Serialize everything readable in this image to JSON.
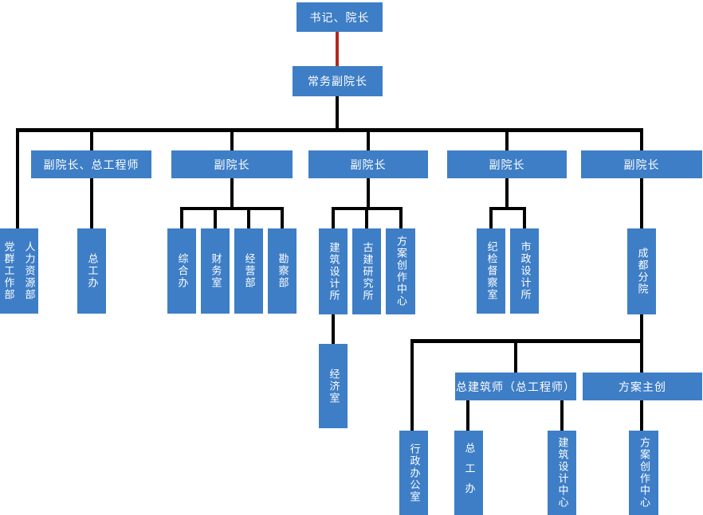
{
  "diagram": {
    "type": "org-chart",
    "colors": {
      "background": "#ffffff",
      "node_fill": "#3E7EC6",
      "node_text": "#ffffff",
      "connector": "#000000",
      "red_connector": "#B4271F"
    },
    "nodes": {
      "secretary_dean": "书记、院长",
      "exec_vice_dean": "常务副院长",
      "party_masses_dept": "党群工作部",
      "hr_dept": "人力资源部",
      "vice_dean_chief_engineer": "副院长、总工程师",
      "vice_dean_2": "副院长",
      "vice_dean_3": "副院长",
      "vice_dean_4": "副院长",
      "vice_dean_5": "副院长",
      "chief_engineer_office": "总工办",
      "general_office": "综合办",
      "finance_office": "财务室",
      "operations_dept": "经营部",
      "survey_dept": "勘察部",
      "architecture_design_institute": "建筑设计所",
      "ancient_architecture_institute": "古建研究所",
      "scheme_creation_center": "方案创作中心",
      "discipline_inspection_office": "纪检督察室",
      "municipal_design_institute": "市政设计所",
      "chengdu_branch": "成都分院",
      "economy_office": "经济室",
      "chief_architect": "总建筑师（总工程师）",
      "scheme_lead": "方案主创",
      "admin_office": "行政办公室",
      "chengdu_chief_engineer_office": "总工办",
      "chengdu_architecture_design_center": "建筑设计中心",
      "chengdu_scheme_creation_center": "方案创作中心"
    },
    "hierarchy": {
      "label": "书记、院长",
      "children": [
        {
          "label": "常务副院长",
          "connector_color": "red",
          "children": [
            {
              "label": "党群工作部"
            },
            {
              "label": "人力资源部"
            },
            {
              "label": "副院长、总工程师",
              "children": [
                {
                  "label": "总工办"
                }
              ]
            },
            {
              "label": "副院长",
              "children": [
                {
                  "label": "综合办"
                },
                {
                  "label": "财务室"
                },
                {
                  "label": "经营部"
                },
                {
                  "label": "勘察部"
                }
              ]
            },
            {
              "label": "副院长",
              "children": [
                {
                  "label": "建筑设计所",
                  "children": [
                    {
                      "label": "经济室"
                    }
                  ]
                },
                {
                  "label": "古建研究所"
                },
                {
                  "label": "方案创作中心"
                }
              ]
            },
            {
              "label": "副院长",
              "children": [
                {
                  "label": "纪检督察室"
                },
                {
                  "label": "市政设计所"
                }
              ]
            },
            {
              "label": "副院长",
              "children": [
                {
                  "label": "成都分院",
                  "children": [
                    {
                      "label": "行政办公室"
                    },
                    {
                      "label": "总建筑师（总工程师）",
                      "children": [
                        {
                          "label": "总工办"
                        },
                        {
                          "label": "建筑设计中心"
                        }
                      ]
                    },
                    {
                      "label": "方案主创",
                      "children": [
                        {
                          "label": "方案创作中心"
                        }
                      ]
                    }
                  ]
                }
              ]
            }
          ]
        }
      ]
    }
  }
}
